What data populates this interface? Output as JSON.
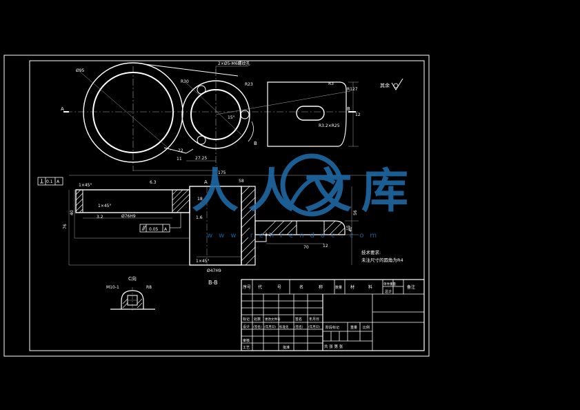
{
  "colors": {
    "background": "#000000",
    "line": "#ffffff",
    "dim": "#bfbfbf",
    "watermark": "#1f6fae"
  },
  "views": {
    "top": {
      "dims": {
        "big_dia": "Ø95",
        "hole_spec": "2×Ø5-M6螺纹孔",
        "small_radius": "R23",
        "r_left": "R30",
        "r_right": "R127",
        "r_small": "R3",
        "slot": "R3.2×R25",
        "angle_a": "15°",
        "len_27": "27.25",
        "len_175": "175",
        "height_12": "12",
        "eleven": "11",
        "r22": "22"
      },
      "section_mark_left": "A",
      "section_mark_right": "B",
      "section_mark_bottom": "B"
    },
    "section": {
      "flatness": "0.1",
      "datum": "A",
      "parallel_value": "0.05",
      "parallel_datum": "A",
      "dims": {
        "chamfer_top": "1×45°",
        "chamfer_mid": "1×45°",
        "chamfer_bot": "1×45°",
        "bore": "Ø76H9",
        "bore2": "Ø47H9",
        "ra32": "3.2",
        "ra63": "6.3",
        "ra16": "1.6",
        "h40": "40",
        "h76": "76",
        "h56": "56",
        "h15": "15",
        "h18": "18",
        "w58": "58",
        "r70": "70",
        "r12": "12",
        "r32b": "3.2",
        "h40b": "40",
        "label_a": "A"
      },
      "caption": "B-B"
    },
    "detail_c": {
      "title": "C向",
      "dim_left": "M10-1",
      "dim_right": "R8"
    }
  },
  "roughness_note": "其余",
  "notes": {
    "line1": "技术要求:",
    "line2": "未注尺寸的圆角为R4"
  },
  "title_block": {
    "headers": [
      "序号",
      "代",
      "号",
      "名",
      "称",
      "数量",
      "材",
      "料",
      "单件重量",
      "总计",
      "备注"
    ],
    "revision_rows": [
      [
        "标记",
        "处数",
        "更改文件号",
        "签名",
        "年月日"
      ],
      [
        "设计",
        "(签名)",
        "(年月日)",
        "标准化",
        "(签名)",
        "(年月日)"
      ],
      [
        "审核",
        "",
        "",
        "",
        "",
        ""
      ],
      [
        "工艺",
        "",
        "",
        "批准",
        "",
        ""
      ]
    ],
    "stage": "阶段标记",
    "weight": "重量",
    "scale": "比例",
    "sheet": "共   张  第   张"
  },
  "watermark": {
    "brand": "人人文库",
    "url": "www.renrendoc.com"
  }
}
